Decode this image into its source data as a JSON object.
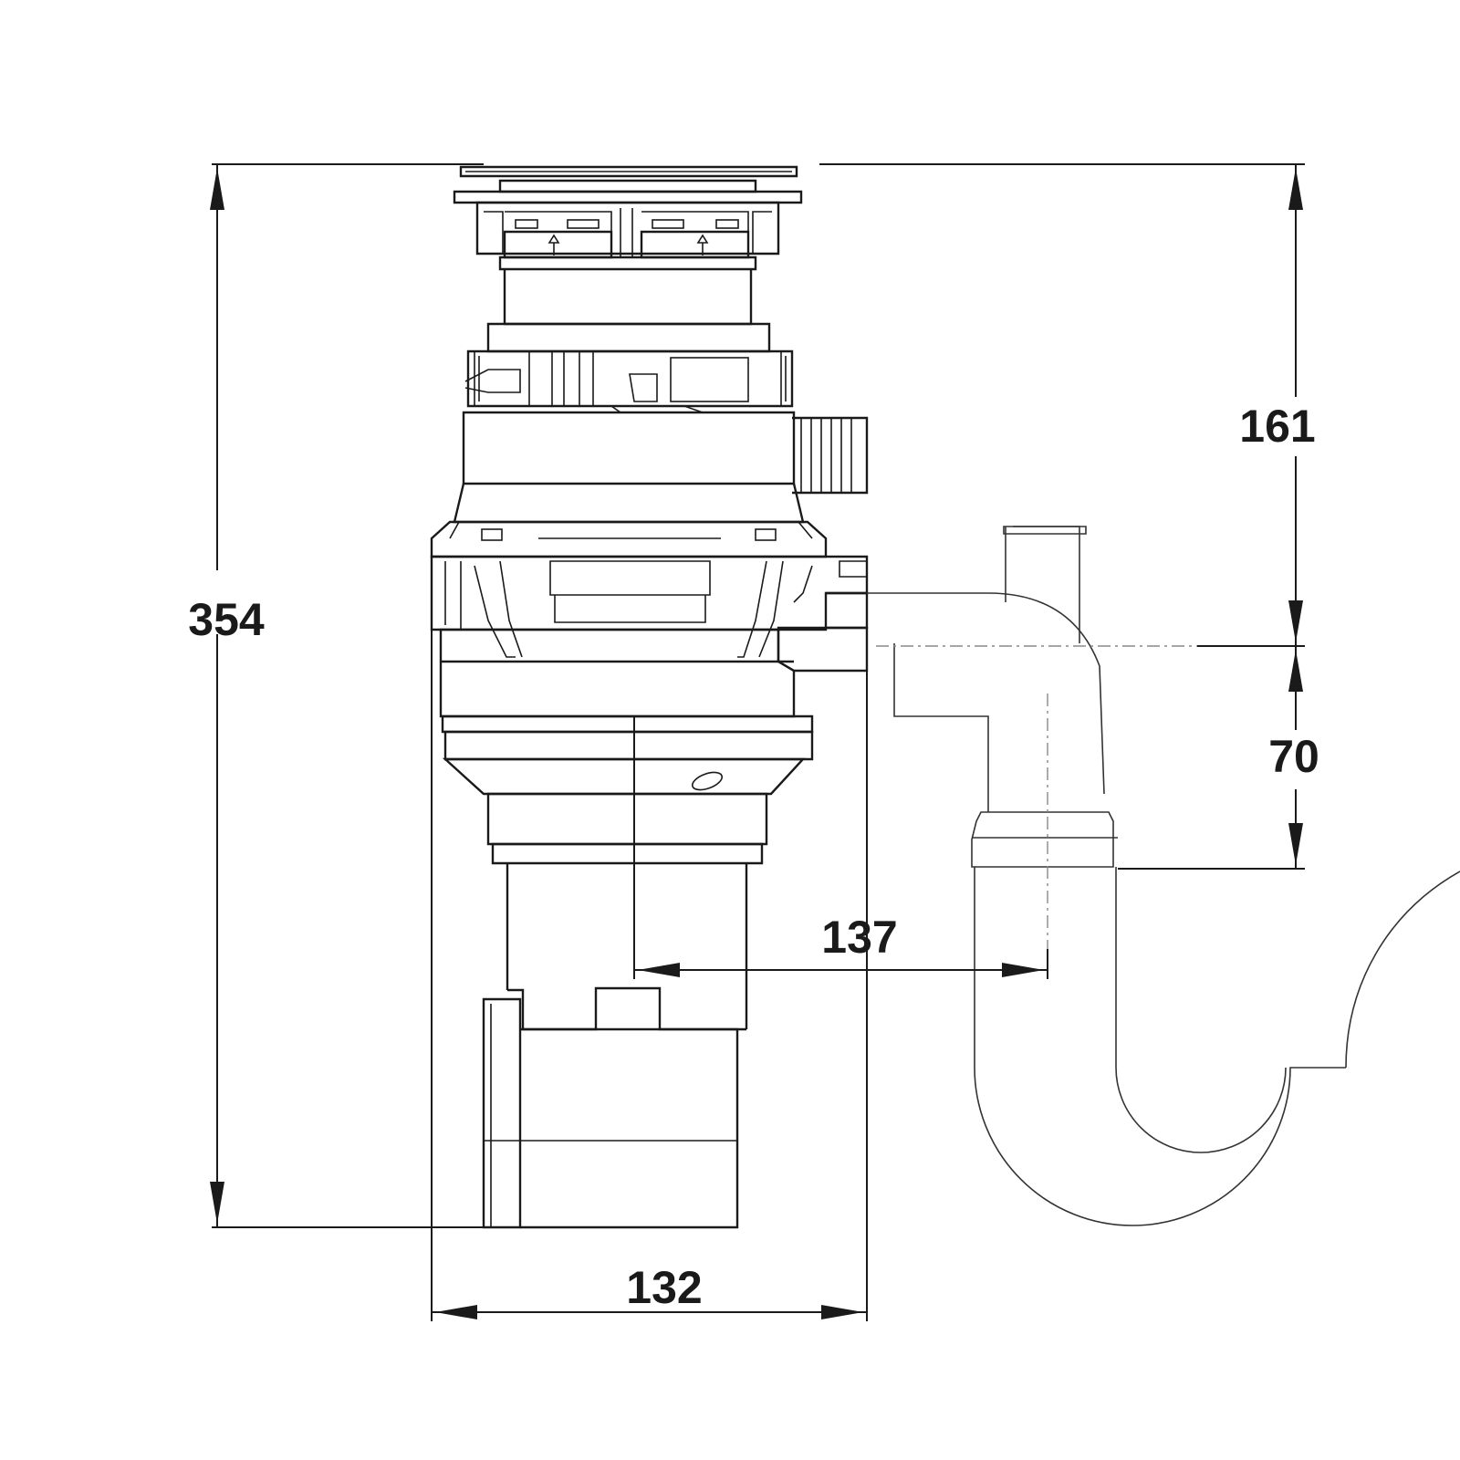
{
  "dimensions": {
    "overall_height": "354",
    "top_to_outlet": "161",
    "outlet_to_trap_joint": "70",
    "body_width": "132",
    "center_to_trap": "137"
  },
  "colors": {
    "line": "#1a1a1a",
    "background": "#ffffff"
  }
}
